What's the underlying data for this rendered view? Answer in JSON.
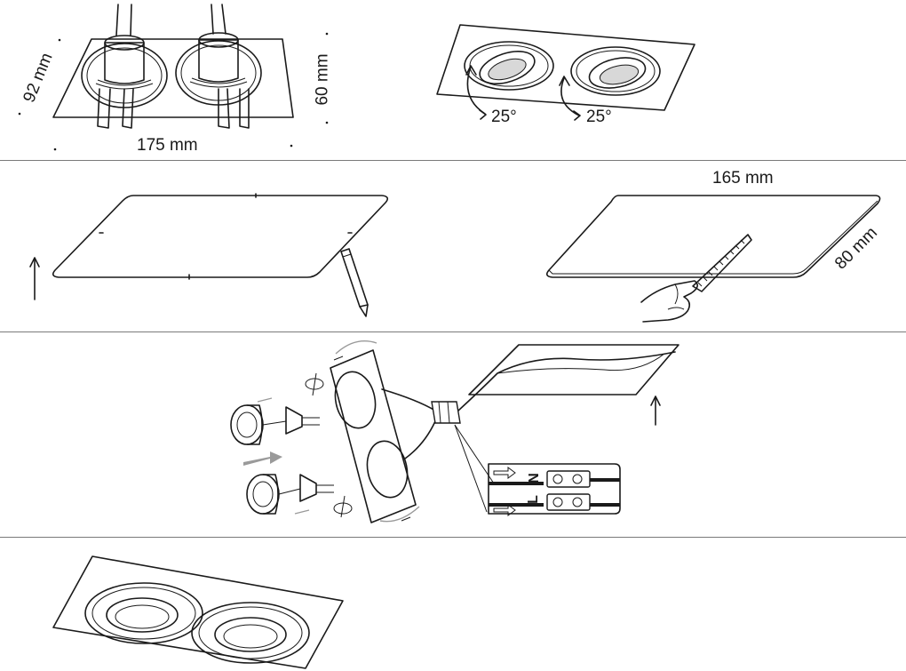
{
  "dimensions": {
    "depth_label": "92 mm",
    "height_label": "60 mm",
    "width_label": "175 mm"
  },
  "tilt": {
    "left_angle": "25°",
    "right_angle": "25°"
  },
  "cutout": {
    "length_label": "165 mm",
    "width_label": "80 mm"
  },
  "wiring": {
    "neutral_letter": "N",
    "line_letter": "L"
  }
}
